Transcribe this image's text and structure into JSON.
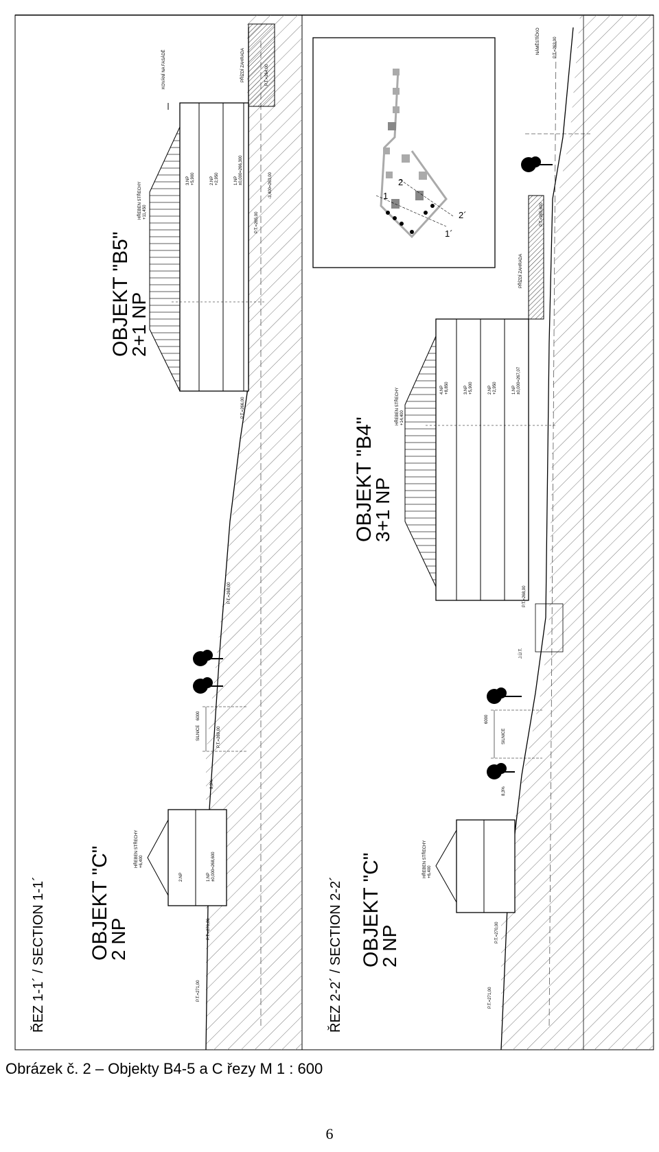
{
  "document": {
    "caption": "Obrázek č. 2 – Objekty B4-5 a C řezy M 1 : 600",
    "page_number": "6"
  },
  "section1": {
    "title": "ŘEZ 1-1´ / SECTION 1-1´",
    "objects": [
      {
        "name": "OBJEKT \"B5\"",
        "floors": "2+1 NP"
      },
      {
        "name": "OBJEKT \"C\"",
        "floors": "2 NP"
      }
    ],
    "labels": {
      "fasade": "KOVÁNÍ NA FASÁDĚ",
      "wall": "PŘÍZDÍ ZAHRADA",
      "ridge_b5": "HŘEBEN STŘECHY\n+11,450",
      "ridge_c": "HŘEBEN STŘECHY\n+6,400",
      "floor_3np": "3.NP\n+5,900",
      "floor_2np": "2.NP\n+2,950",
      "floor_1np": "1.NP\n±0,000=266,300",
      "floor_c_2np": "2.NP",
      "floor_c_1np": "1.NP\n±0,000=268,600",
      "pt_264": "P.T.=264,00",
      "pt_265": "P.T.=265,00",
      "pt_266": "P.T.=266,00",
      "pt_268": "P.T.=268,00",
      "pt_269": "P.T.=269,00",
      "pt_270": "P.T.=270,00",
      "pt_271": "P.T.=271,00",
      "road": "SILNICE",
      "road_width": "6000",
      "slope": "8,3%",
      "level_neg": "-3,400=263,00"
    }
  },
  "section2": {
    "title": "ŘEZ 2-2´ / SECTION 2-2´",
    "objects": [
      {
        "name": "OBJEKT \"B4\"",
        "floors": "3+1 NP"
      },
      {
        "name": "OBJEKT \"C\"",
        "floors": "2 NP"
      }
    ],
    "labels": {
      "square": "NÁMĚSTÍČKO",
      "wall": "PŘÍZDÍ ZAHRADA",
      "ridge_b4": "HŘEBEN STŘECHY\n+14,400",
      "ridge_c": "HŘEBEN STŘECHY\n+6,400",
      "floor_4np": "4.NP\n+8,850",
      "floor_3np": "3.NP\n+5,900",
      "floor_2np": "2.NP\n+2,950",
      "floor_1np": "1.NP\n±0,000=267,07",
      "pt_263": "P.T.=263,00",
      "pt_265": "P.T.=265,600",
      "pt_268": "P.T.=268,00",
      "pt_270": "P.T.=270,00",
      "pt_271": "P.T.=271,00",
      "jut": "J.Ú.T.",
      "road": "SILNICE",
      "road_width": "6000",
      "slope": "8,3%"
    }
  },
  "keymap": {
    "labels": [
      "1",
      "2",
      "1´",
      "2´"
    ]
  }
}
